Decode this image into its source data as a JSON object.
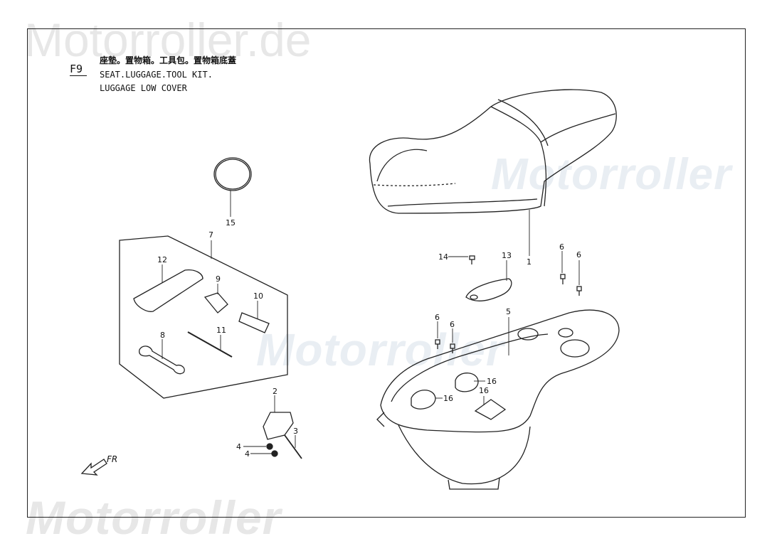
{
  "watermark": {
    "top": "Motorroller.de",
    "middle": "Motorroller",
    "right": "Motorroller",
    "bottom": "Motorroller",
    "suffix": ".de"
  },
  "header": {
    "code": "F9",
    "title_zh": "座墊。置物箱。工具包。置物箱底蓋",
    "title_en_1": "SEAT.LUGGAGE.TOOL KIT.",
    "title_en_2": "LUGGAGE LOW COVER"
  },
  "direction": {
    "label": "FR"
  },
  "callouts": {
    "c1": "1",
    "c2": "2",
    "c3": "3",
    "c4a": "4",
    "c4b": "4",
    "c5": "5",
    "c6a": "6",
    "c6b": "6",
    "c6c": "6",
    "c6d": "6",
    "c7": "7",
    "c8": "8",
    "c9": "9",
    "c10": "10",
    "c11": "11",
    "c12": "12",
    "c13": "13",
    "c14": "14",
    "c15": "15",
    "c16a": "16",
    "c16b": "16",
    "c16c": "16"
  }
}
